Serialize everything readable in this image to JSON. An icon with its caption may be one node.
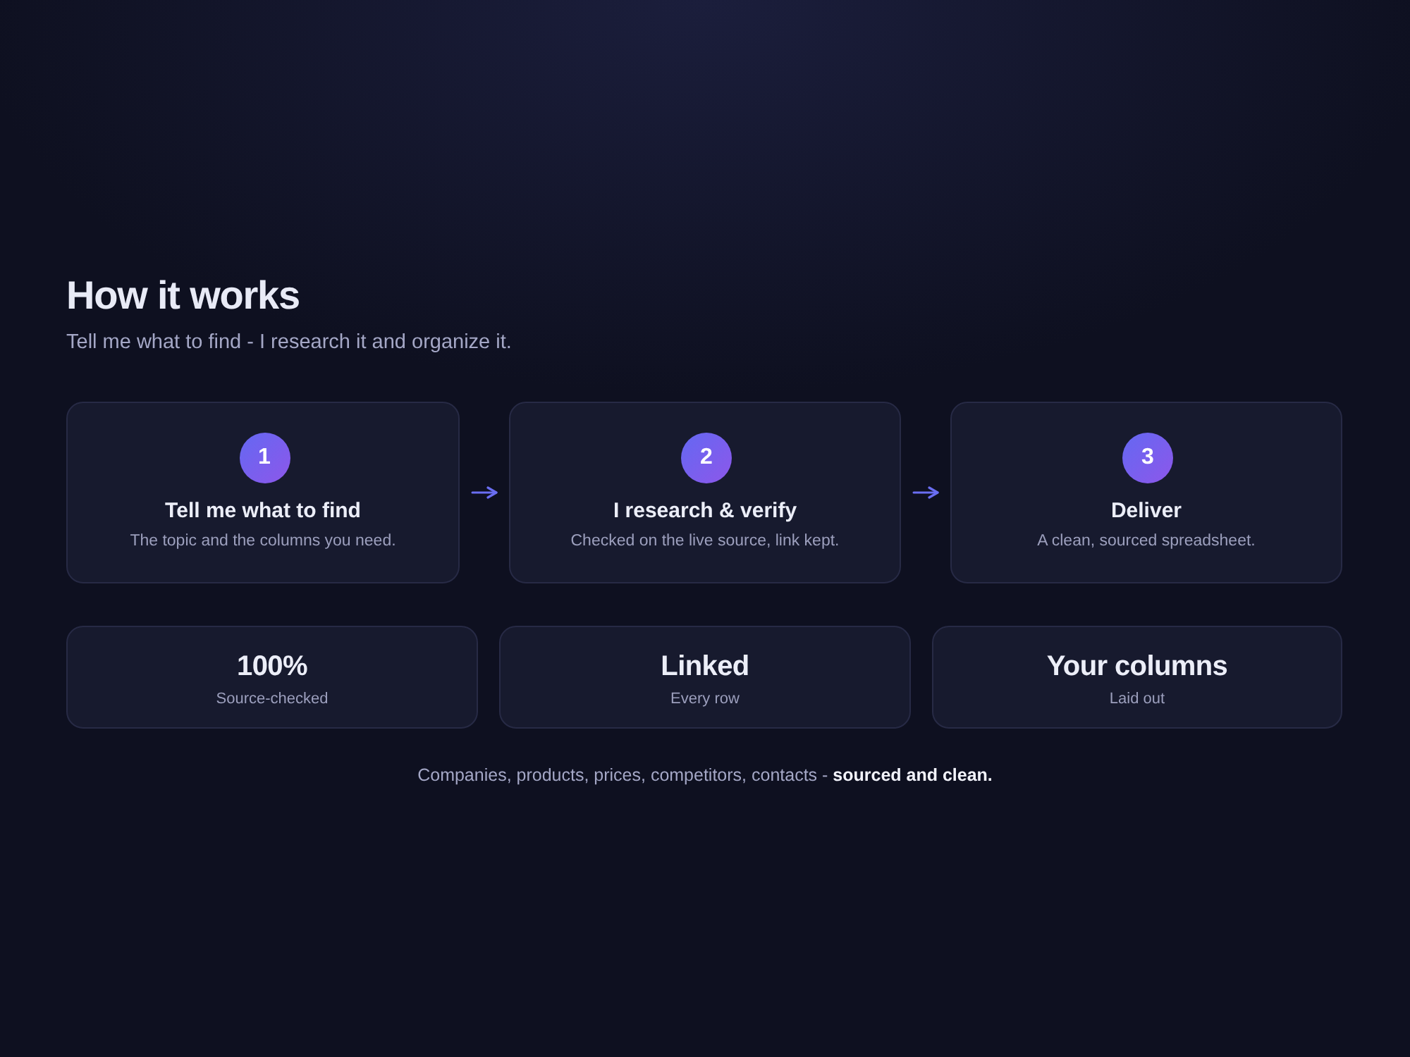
{
  "diagram": {
    "title": "How it works",
    "nodes": [
      {
        "text": [
          "Tell me what to find",
          "The topic and the columns you need."
        ]
      },
      {
        "text": [
          "1"
        ],
        "in": 0
      },
      {
        "text": [
          "I research & verify",
          "Checked on the live source, link kept."
        ]
      },
      {
        "text": [
          "2"
        ],
        "in": 2
      },
      {
        "text": [
          "Deliver",
          "A clean, sourced spreadsheet."
        ]
      },
      {
        "text": [
          "3"
        ],
        "in": 4
      },
      {
        "text": [
          "100%",
          "Source-checked"
        ]
      },
      {
        "text": [
          "Linked",
          "Every row"
        ]
      },
      {
        "text": [
          "Your columns",
          "Laid out"
        ]
      }
    ],
    "edges": [
      {
        "from": 0,
        "to": 2,
        "arrow": "to"
      },
      {
        "from": 2,
        "to": 4,
        "arrow": "to"
      }
    ],
    "labels": [
      "Tell me what to find - I research it and organize it.",
      "Companies, products, prices, competitors, contacts - **sourced and clean.**"
    ]
  }
}
